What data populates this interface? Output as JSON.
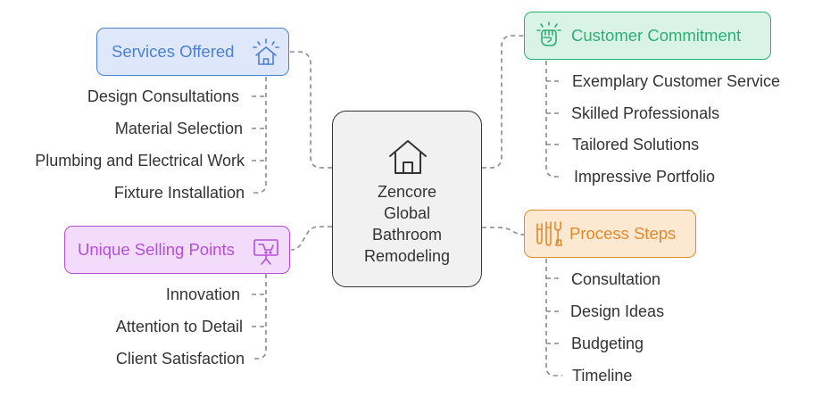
{
  "center": {
    "lines": [
      "Zencore",
      "Global",
      "Bathroom",
      "Remodeling"
    ],
    "icon": "house-icon"
  },
  "branches": {
    "services": {
      "title": "Services Offered",
      "icon": "house-sparkle-icon",
      "color": "#4a7fd4",
      "fill": "#dfe8fa",
      "items": [
        "Design Consultations",
        "Material Selection",
        "Plumbing and Electrical Work",
        "Fixture Installation"
      ]
    },
    "usp": {
      "title": "Unique Selling Points",
      "icon": "presentation-board-icon",
      "color": "#b34fd6",
      "fill": "#f3dcfb",
      "items": [
        "Innovation",
        "Attention to Detail",
        "Client Satisfaction"
      ]
    },
    "commitment": {
      "title": "Customer Commitment",
      "icon": "raised-fist-icon",
      "color": "#2fae74",
      "fill": "#d9f4e6",
      "items": [
        "Exemplary Customer Service",
        "Skilled Professionals",
        "Tailored Solutions",
        "Impressive Portfolio"
      ]
    },
    "process": {
      "title": "Process Steps",
      "icon": "tools-icon",
      "color": "#e08a2c",
      "fill": "#fde8d2",
      "items": [
        "Consultation",
        "Design Ideas",
        "Budgeting",
        "Timeline"
      ]
    }
  },
  "colors": {
    "connector": "#888888",
    "text": "#333333"
  }
}
